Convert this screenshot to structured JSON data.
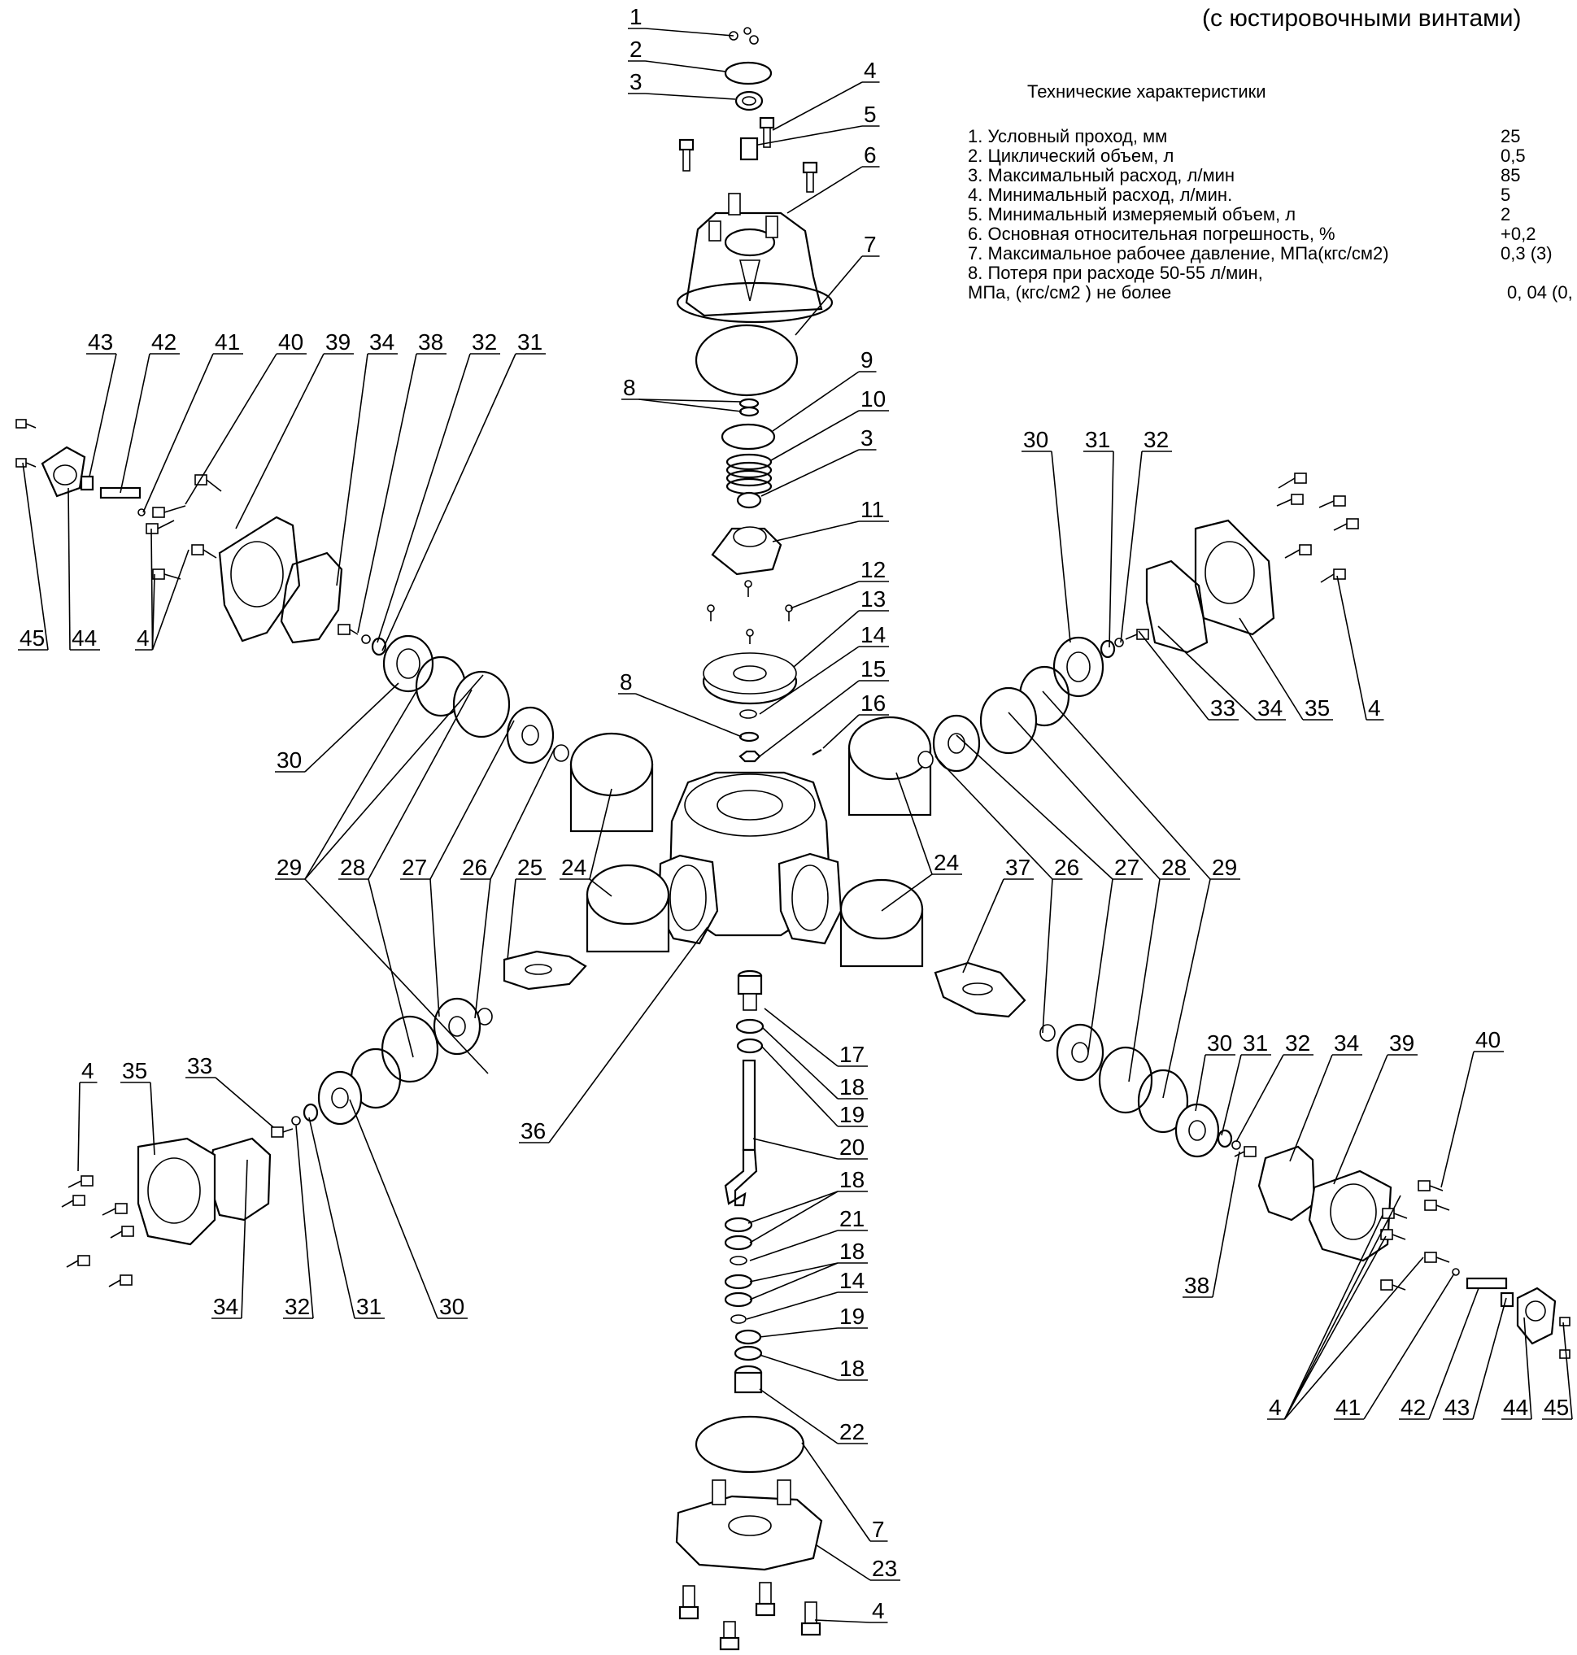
{
  "header_note": "(с юстировочными винтами)",
  "specifications": {
    "title": "Технические характеристики",
    "rows": [
      {
        "label": "1. Условный проход, мм",
        "value": "25"
      },
      {
        "label": "2. Циклический объем, л",
        "value": "0,5"
      },
      {
        "label": "3. Максимальный расход, л/мин",
        "value": "85"
      },
      {
        "label": "4. Минимальный расход, л/мин.",
        "value": "5"
      },
      {
        "label": "5. Минимальный измеряемый объем, л",
        "value": "2"
      },
      {
        "label": "6. Основная относительная погрешность, %",
        "value": "+0,2"
      },
      {
        "label": "7. Максимальное  рабочее давление, МПа(кгс/см2)",
        "value": "0,3 (3)"
      },
      {
        "label": "8. Потеря при расходе 50-55 л/мин,",
        "value": ""
      },
      {
        "label": "   МПа, (кгс/см2 ) не более",
        "value": "0, 04 (0,"
      }
    ]
  },
  "callouts": {
    "top": [
      "1",
      "2",
      "3",
      "4",
      "5",
      "6",
      "7",
      "8",
      "9",
      "10",
      "3",
      "11",
      "12",
      "13",
      "14",
      "8",
      "15",
      "16"
    ],
    "bottom": [
      "17",
      "18",
      "19",
      "20",
      "18",
      "21",
      "18",
      "14",
      "19",
      "18",
      "22",
      "7",
      "23",
      "4"
    ],
    "upper_left": [
      "43",
      "42",
      "41",
      "40",
      "39",
      "34",
      "38",
      "32",
      "31",
      "45",
      "44",
      "4",
      "30"
    ],
    "upper_right": [
      "30",
      "31",
      "32",
      "33",
      "34",
      "35",
      "4"
    ],
    "middle_left": [
      "29",
      "28",
      "27",
      "26",
      "25",
      "24",
      "36"
    ],
    "middle_right": [
      "24",
      "37",
      "26",
      "27",
      "28",
      "29"
    ],
    "lower_left": [
      "4",
      "35",
      "33",
      "34",
      "32",
      "31",
      "30"
    ],
    "lower_right": [
      "30",
      "31",
      "32",
      "34",
      "39",
      "40",
      "38",
      "4",
      "41",
      "42",
      "43",
      "44",
      "45"
    ]
  }
}
